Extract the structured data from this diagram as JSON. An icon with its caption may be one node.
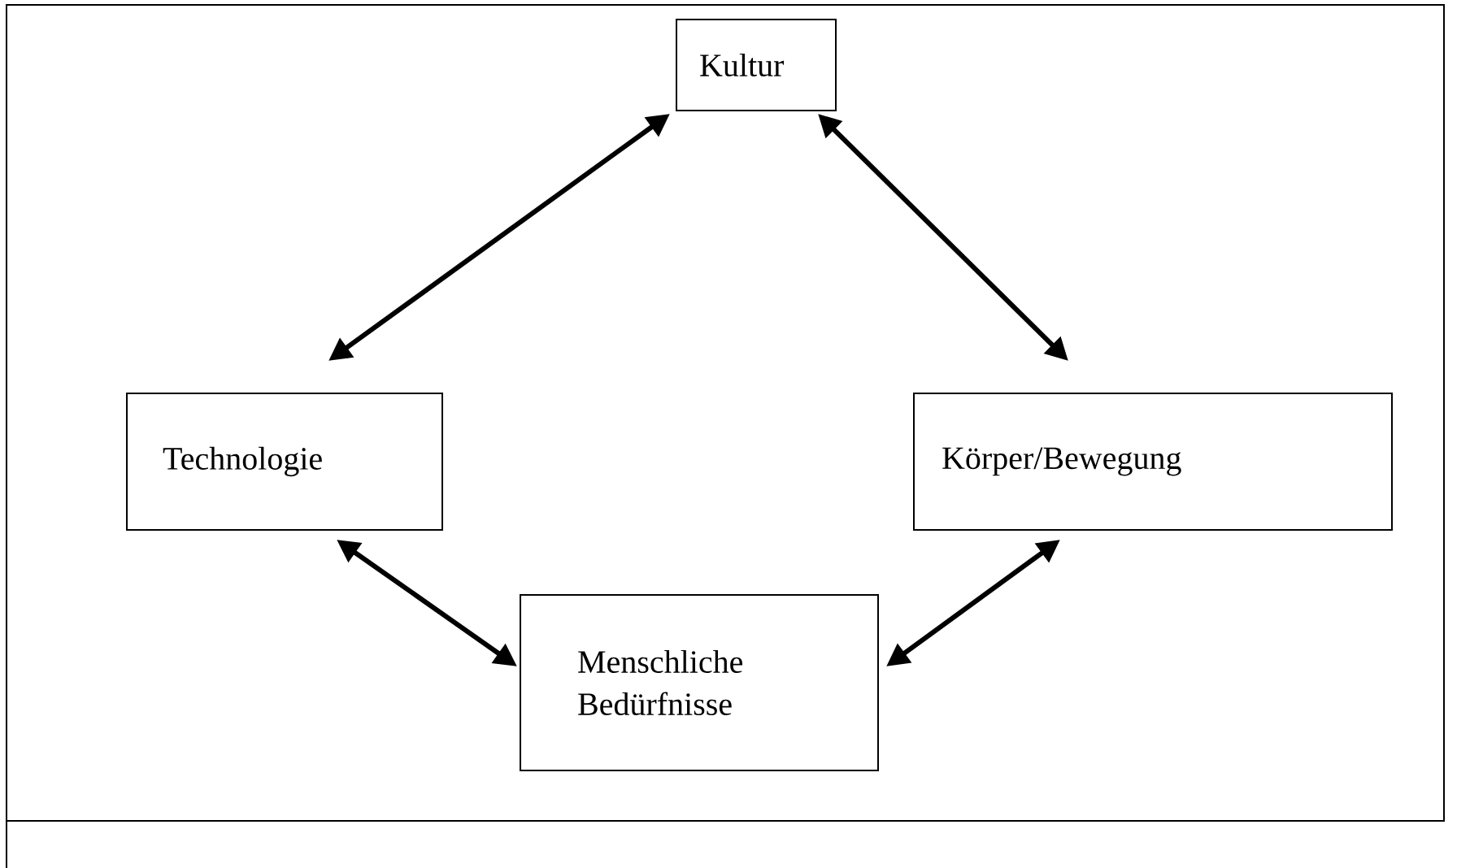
{
  "diagram": {
    "nodes": [
      {
        "text": [
          "Kultur"
        ]
      },
      {
        "text": [
          "Technologie"
        ]
      },
      {
        "text": [
          "Körper/Bewegung"
        ]
      },
      {
        "text": [
          "Menschliche Bedürfnisse"
        ]
      }
    ],
    "edges": [
      {
        "from": 0,
        "to": 1,
        "arrow": "both"
      },
      {
        "from": 0,
        "to": 2,
        "arrow": "both"
      },
      {
        "from": 1,
        "to": 3,
        "arrow": "both"
      },
      {
        "from": 2,
        "to": 3,
        "arrow": "both"
      }
    ]
  }
}
